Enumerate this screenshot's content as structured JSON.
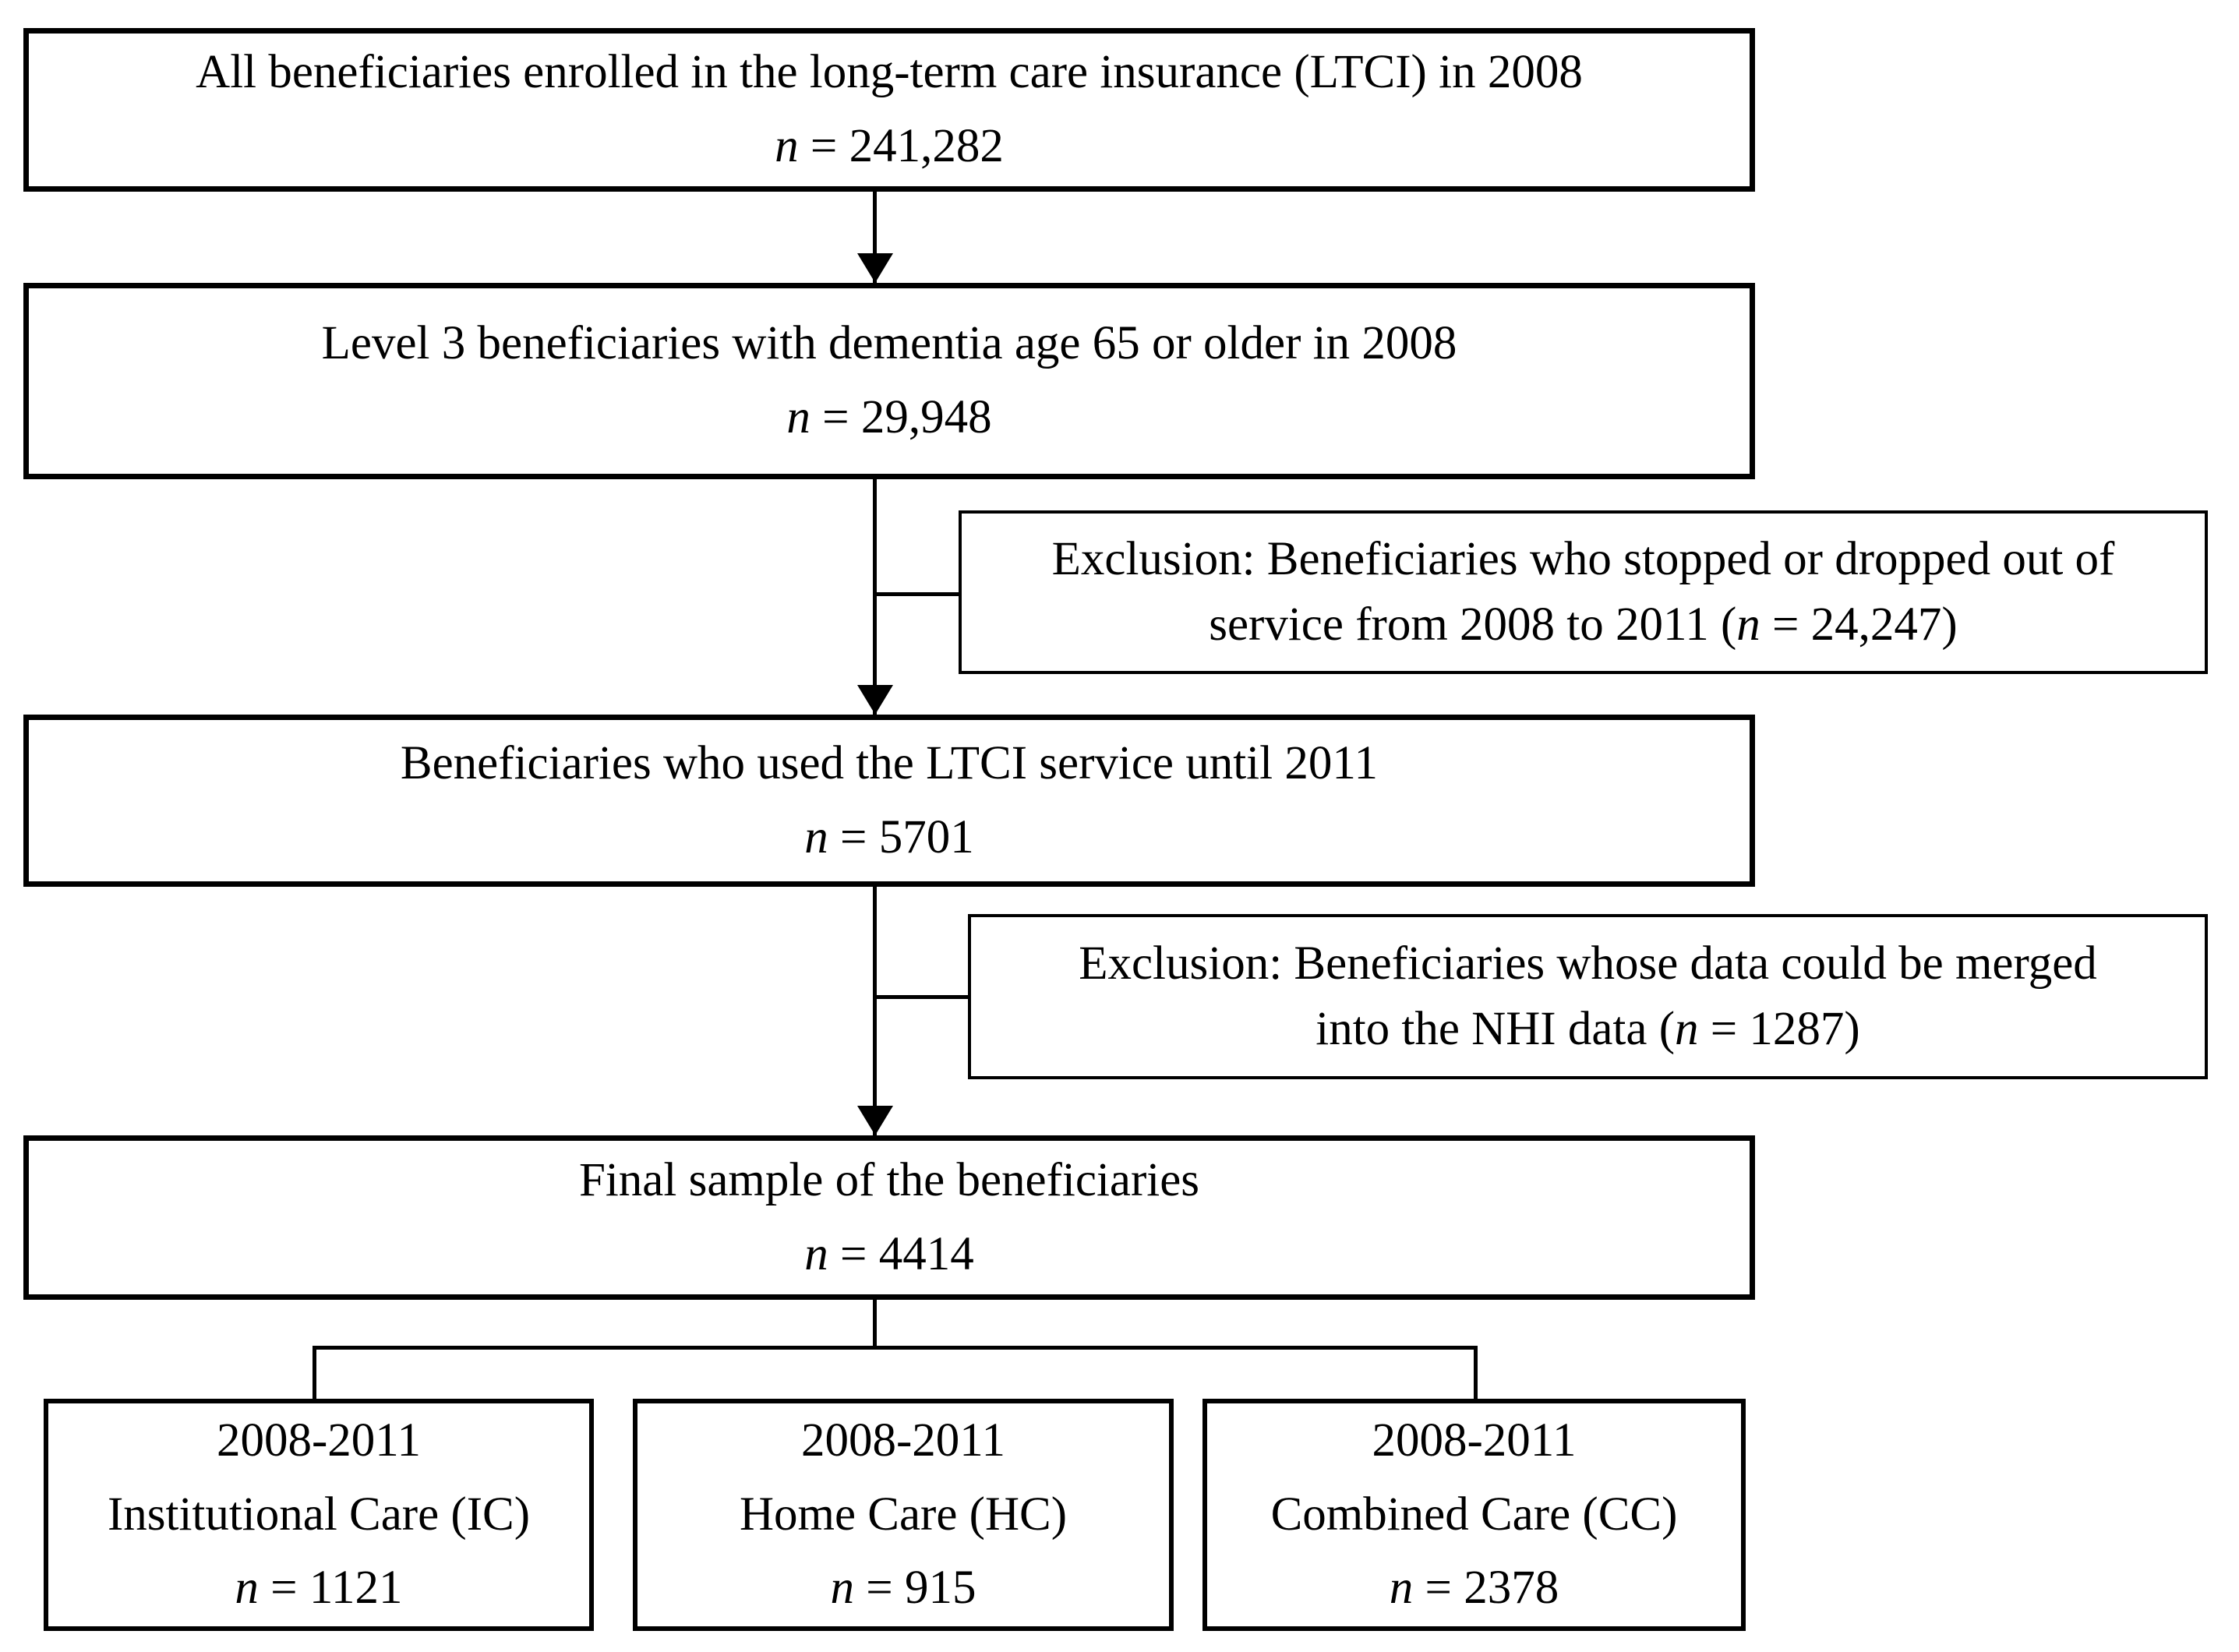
{
  "figure": {
    "background": "#ffffff",
    "line_color": "#000000"
  },
  "flow": [
    {
      "text": "All beneficiaries enrolled in the long-term care insurance (LTCI) in 2008",
      "n": "n",
      "count": " = 241,282"
    },
    {
      "text": "Level 3 beneficiaries with dementia age 65 or older in 2008",
      "n": "n",
      "count": " = 29,948"
    },
    {
      "text": "Beneficiaries who used the LTCI service until 2011",
      "n": "n",
      "count": " = 5701"
    },
    {
      "text": "Final sample of the beneficiaries",
      "n": "n",
      "count": " = 4414"
    }
  ],
  "exclusions": [
    {
      "line1": "Exclusion: Beneficiaries who stopped or dropped out of",
      "line2_pre": "service from 2008 to 2011 (",
      "n": "n",
      "line2_post": " = 24,247)"
    },
    {
      "line1": "Exclusion: Beneficiaries whose data could be merged",
      "line2_pre": "into the NHI data (",
      "n": "n",
      "line2_post": " = 1287)"
    }
  ],
  "groups": [
    {
      "period": "2008-2011",
      "label": "Institutional Care (IC)",
      "n": "n",
      "count": " = 1121"
    },
    {
      "period": "2008-2011",
      "label": "Home Care (HC)",
      "n": "n",
      "count": " = 915"
    },
    {
      "period": "2008-2011",
      "label": "Combined Care (CC)",
      "n": "n",
      "count": " = 2378"
    }
  ]
}
